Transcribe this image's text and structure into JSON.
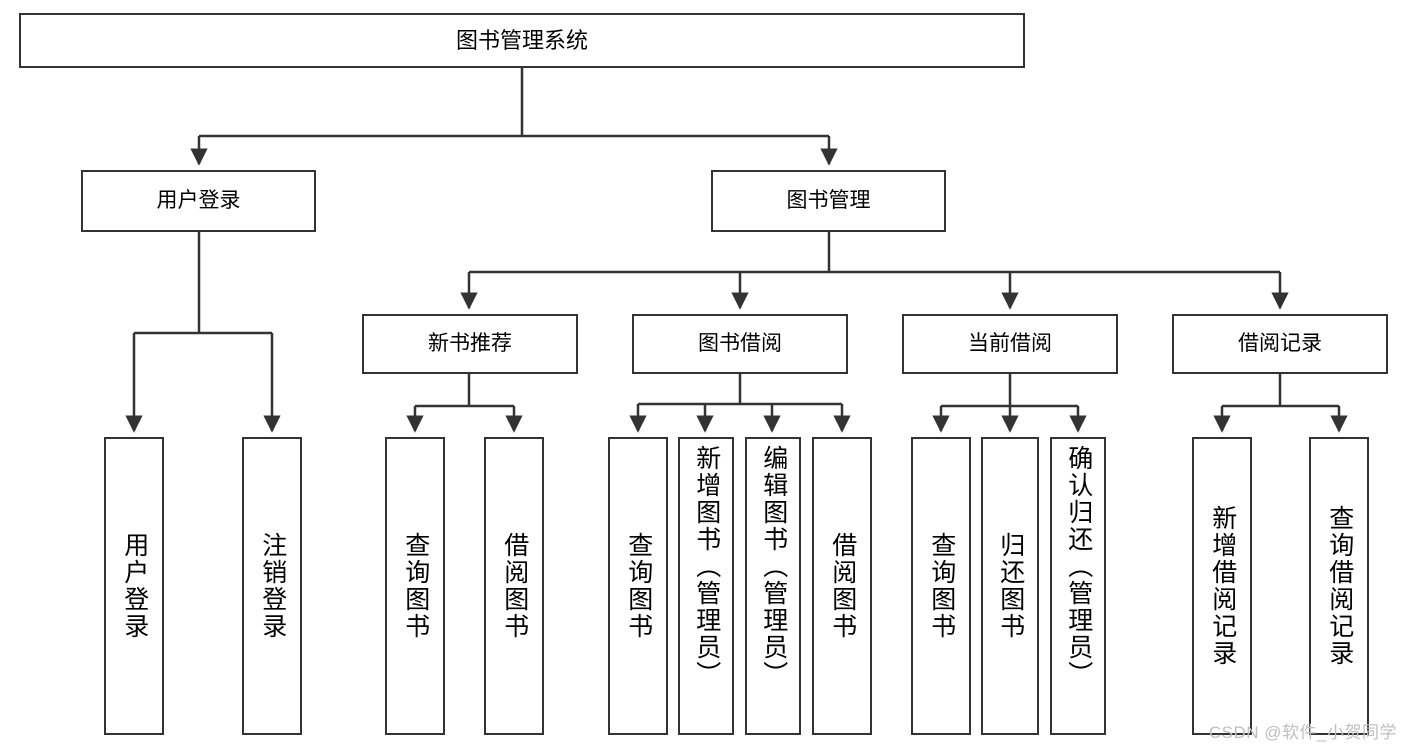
{
  "diagram": {
    "title_node": {
      "label": "图书管理系统"
    },
    "level2": [
      {
        "label": "用户登录"
      },
      {
        "label": "图书管理"
      }
    ],
    "level3": [
      {
        "label": "新书推荐"
      },
      {
        "label": "图书借阅"
      },
      {
        "label": "当前借阅"
      },
      {
        "label": "借阅记录"
      }
    ],
    "leaves": {
      "user_login": [
        {
          "label": "用户登录"
        },
        {
          "label": "注销登录"
        }
      ],
      "new_book_recommend": [
        {
          "label": "查询图书"
        },
        {
          "label": "借阅图书"
        }
      ],
      "book_borrow": [
        {
          "label": "查询图书"
        },
        {
          "label": "新增图书（管理员）"
        },
        {
          "label": "编辑图书（管理员）"
        },
        {
          "label": "借阅图书"
        }
      ],
      "current_borrow": [
        {
          "label": "查询图书"
        },
        {
          "label": "归还图书"
        },
        {
          "label": "确认归还（管理员）"
        }
      ],
      "borrow_record": [
        {
          "label": "新增借阅记录"
        },
        {
          "label": "查询借阅记录"
        }
      ]
    }
  },
  "watermark": {
    "text": "CSDN @软件_小贺同学"
  },
  "colors": {
    "stroke": "#333333",
    "background": "#ffffff",
    "text": "#000000",
    "watermark": "#bfbfbf"
  }
}
